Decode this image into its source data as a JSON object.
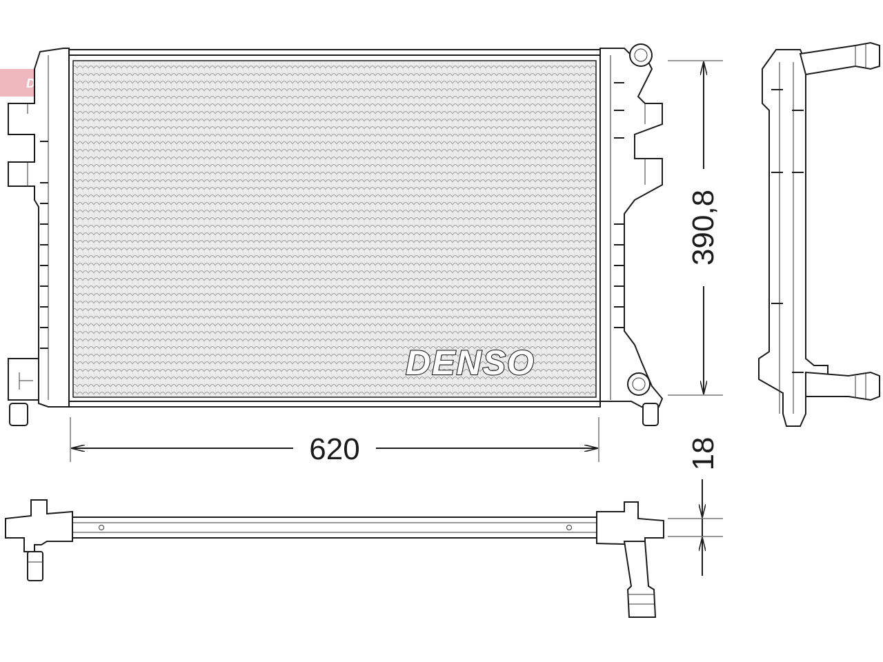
{
  "watermark": {
    "text": "DENSO",
    "color": "#e8a0a8"
  },
  "brand_label": "DENSO",
  "dimensions": {
    "width": "620",
    "height": "390,8",
    "depth": "18"
  },
  "colors": {
    "line": "#1a1a1a",
    "core_fill": "#e6e6e6",
    "background": "#ffffff"
  }
}
